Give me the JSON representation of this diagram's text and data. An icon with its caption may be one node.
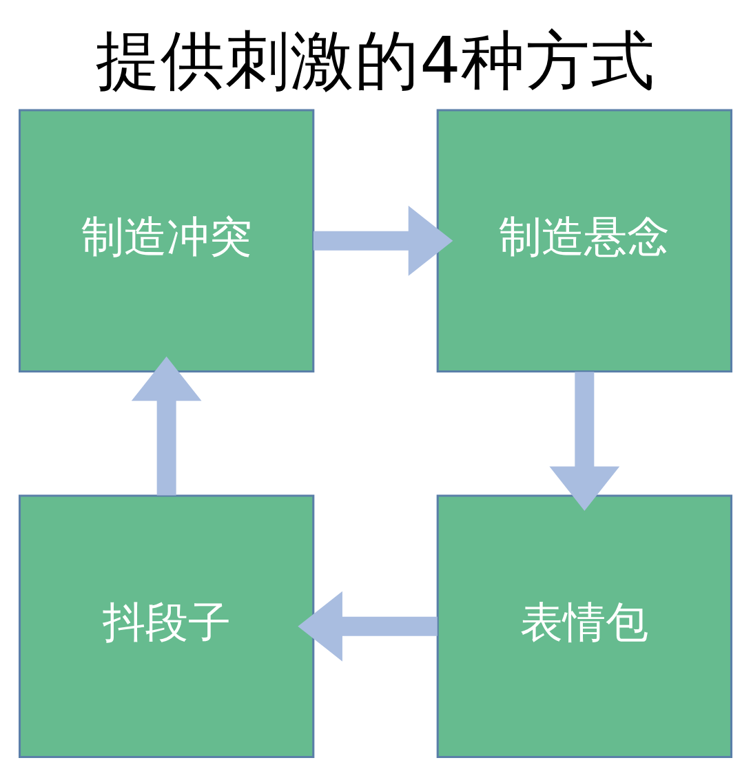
{
  "diagram": {
    "title": "提供刺激的4种方式",
    "nodes": [
      {
        "text": [
          "制造冲突"
        ]
      },
      {
        "text": [
          "制造悬念"
        ]
      },
      {
        "text": [
          "抖段子"
        ]
      },
      {
        "text": [
          "表情包"
        ]
      }
    ],
    "edges": [
      {
        "from": 0,
        "to": 1,
        "arrow": "to"
      },
      {
        "from": 1,
        "to": 3,
        "arrow": "to"
      },
      {
        "from": 3,
        "to": 2,
        "arrow": "to"
      },
      {
        "from": 2,
        "to": 0,
        "arrow": "to"
      }
    ]
  }
}
